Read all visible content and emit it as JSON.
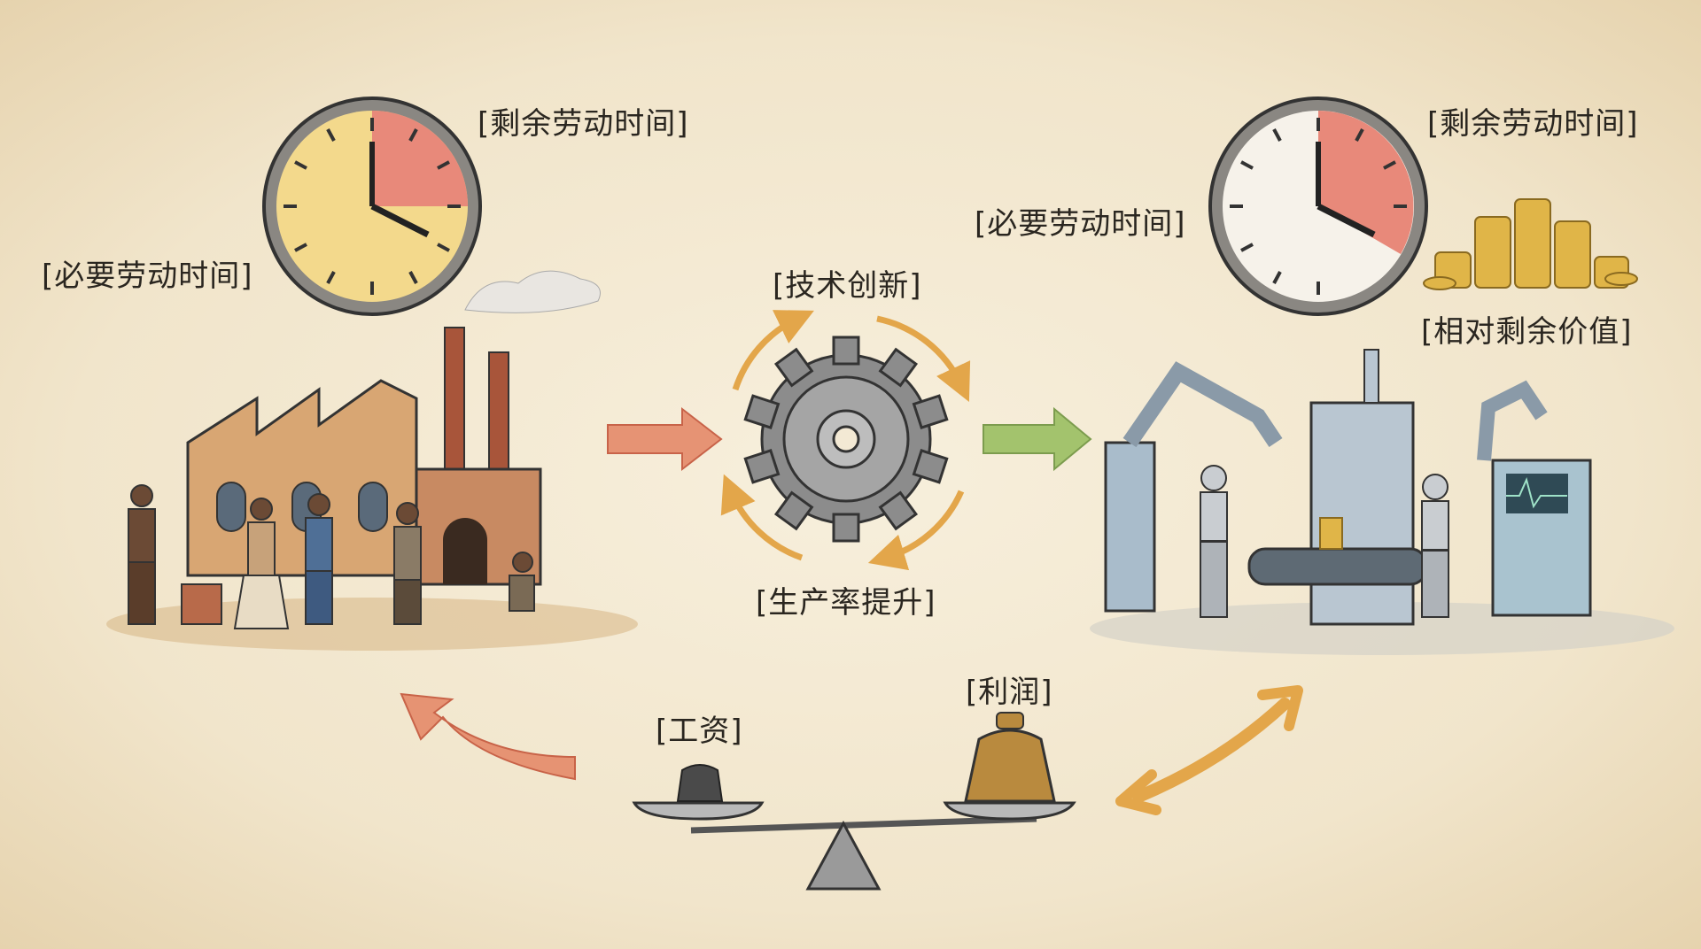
{
  "left_stage": {
    "clock": {
      "surplus_label": "[剩余劳动时间]",
      "necessary_label": "[必要劳动时间]",
      "surplus_fraction": 0.25
    },
    "factory": "manual-labor-factory"
  },
  "center": {
    "innovation_label": "[技术创新]",
    "productivity_label": "[生产率提升]"
  },
  "right_stage": {
    "clock": {
      "surplus_label": "[剩余劳动时间]",
      "necessary_label": "[必要劳动时间]",
      "surplus_fraction": 0.33
    },
    "value_label": "[相对剩余价值]",
    "factory": "automated-robot-factory"
  },
  "balance": {
    "wage_label": "[工资]",
    "profit_label": "[利润]"
  },
  "colors": {
    "background": "#f3e9d4",
    "surplus": "#e07a5f",
    "necessary": "#f0d48a",
    "arrow_red": "#e07a5f",
    "arrow_green": "#8fb35a",
    "arrow_orange": "#e3a64a"
  }
}
